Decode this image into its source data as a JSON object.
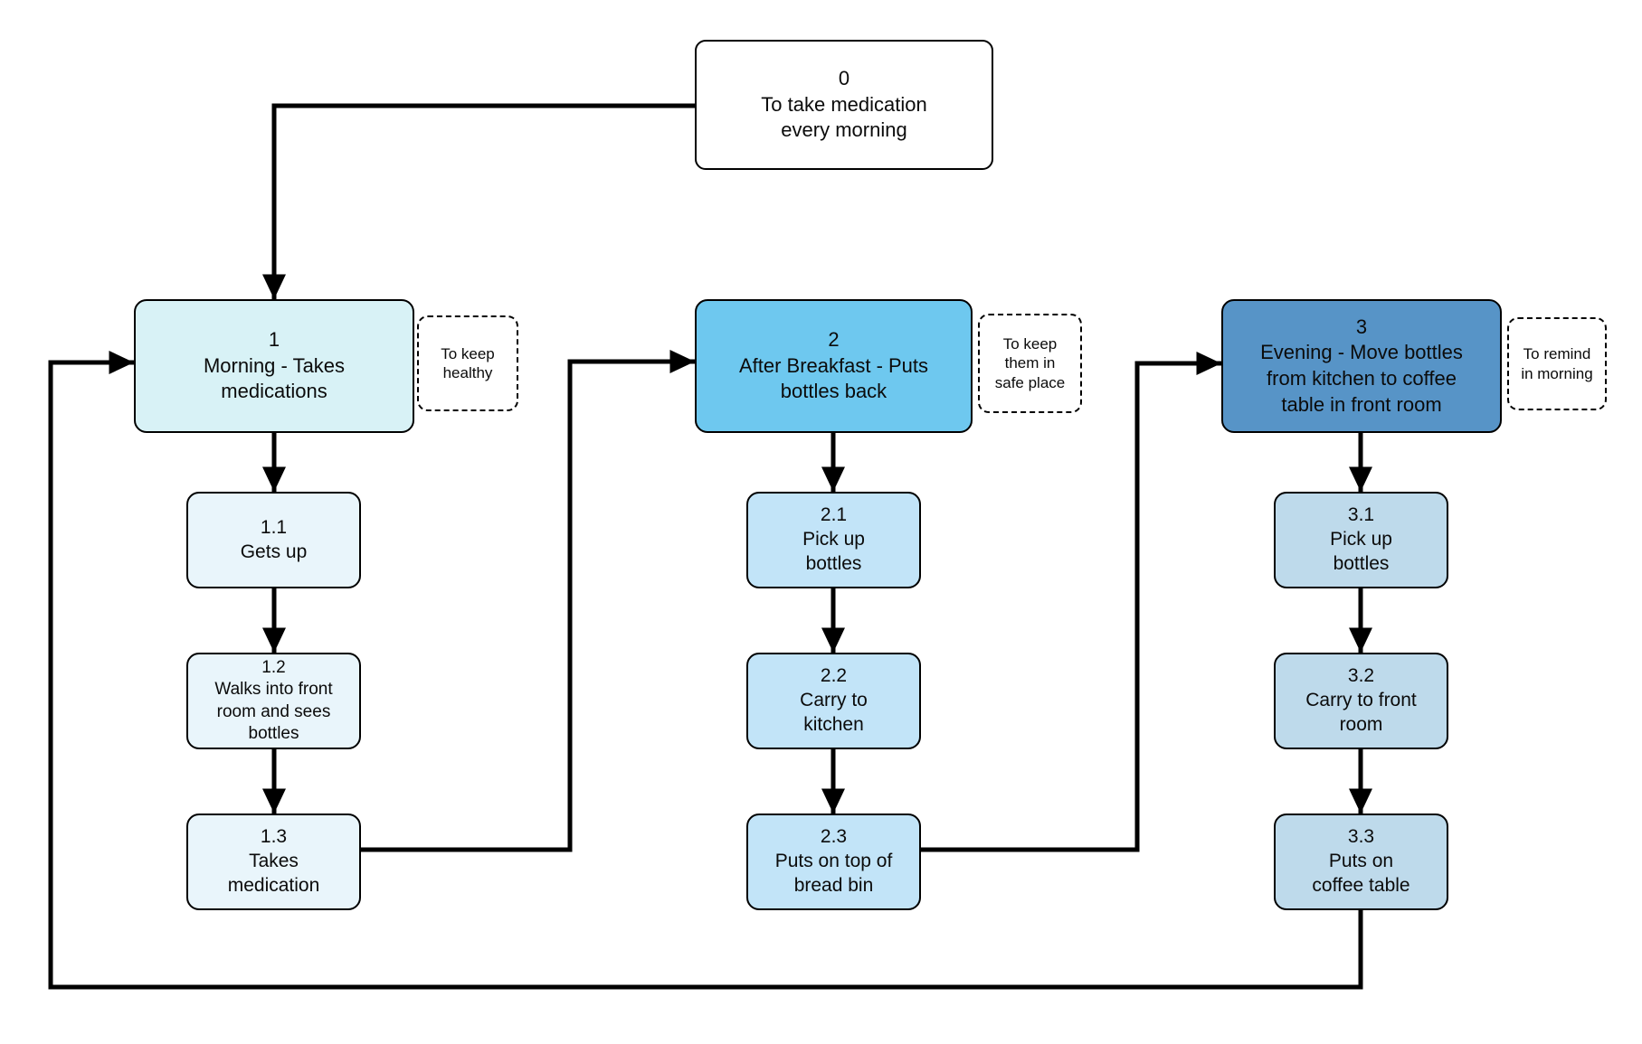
{
  "diagram": {
    "root": {
      "id": "0",
      "label": "To take medication\nevery morning"
    },
    "tasks": [
      {
        "id": "1",
        "label": "Morning - Takes\nmedications",
        "note": "To keep\nhealthy",
        "color": "#d8f2f6",
        "step_color": "#e9f5fb",
        "steps": [
          {
            "id": "1.1",
            "label": "Gets up"
          },
          {
            "id": "1.2",
            "label": "Walks into front\nroom and sees\nbottles"
          },
          {
            "id": "1.3",
            "label": "Takes\nmedication"
          }
        ]
      },
      {
        "id": "2",
        "label": "After Breakfast - Puts\nbottles back",
        "note": "To keep\nthem in\nsafe place",
        "color": "#6ec8ef",
        "step_color": "#c2e4f8",
        "steps": [
          {
            "id": "2.1",
            "label": "Pick up\nbottles"
          },
          {
            "id": "2.2",
            "label": "Carry to\nkitchen"
          },
          {
            "id": "2.3",
            "label": "Puts on top of\nbread bin"
          }
        ]
      },
      {
        "id": "3",
        "label": "Evening - Move bottles\nfrom kitchen to coffee\ntable in front room",
        "note": "To remind\nin morning",
        "color": "#5794c7",
        "step_color": "#bedaeb",
        "steps": [
          {
            "id": "3.1",
            "label": "Pick up\nbottles"
          },
          {
            "id": "3.2",
            "label": "Carry to front\nroom"
          },
          {
            "id": "3.3",
            "label": "Puts on\ncoffee table"
          }
        ]
      }
    ],
    "root_color": "#ffffff",
    "line_color": "#000000"
  }
}
